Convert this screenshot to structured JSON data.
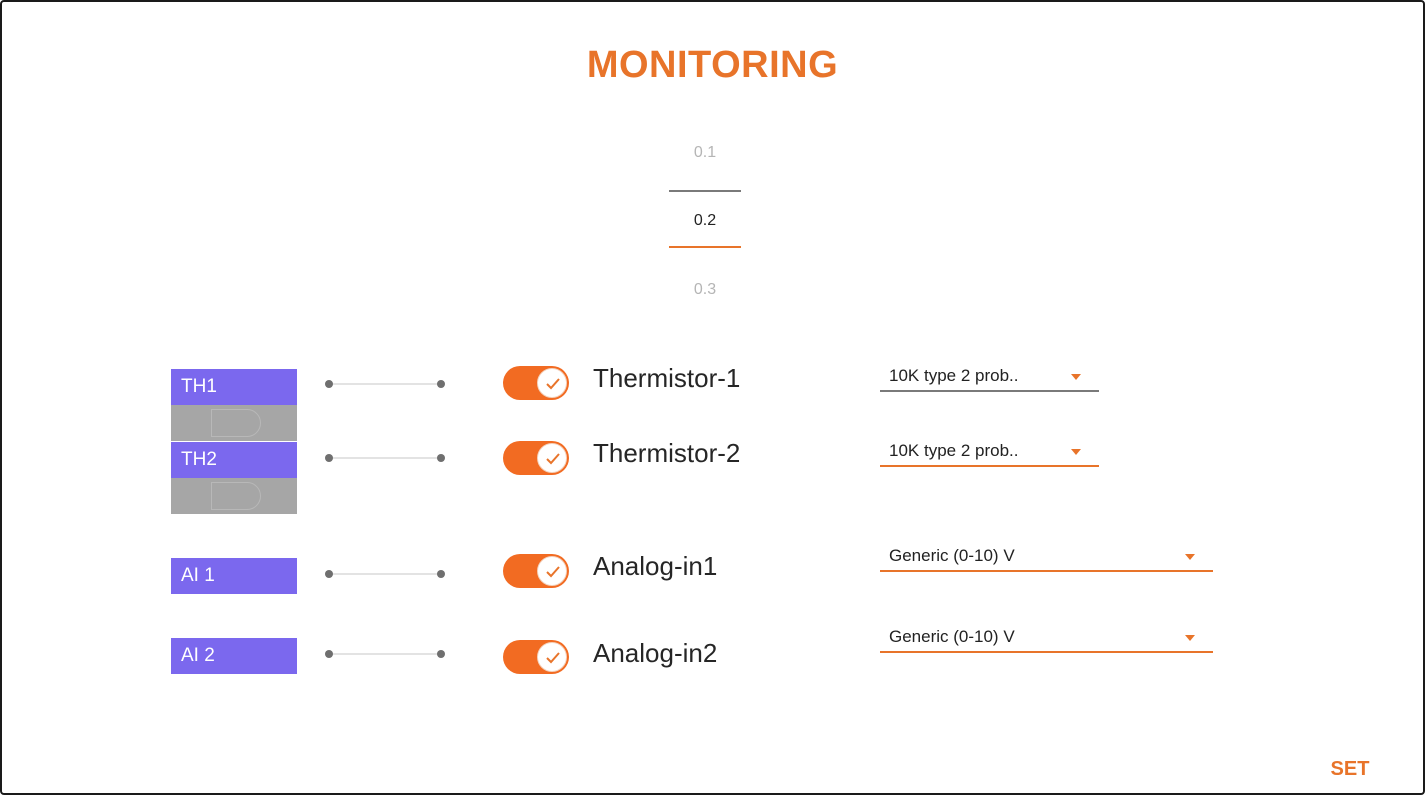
{
  "header": {
    "title": "MONITORING"
  },
  "picker": {
    "items": [
      "0.1",
      "0.2",
      "0.3"
    ],
    "selected": "0.2"
  },
  "channels": [
    {
      "tag": "TH1",
      "name": "Thermistor-1",
      "enabled": true,
      "sensor": "10K type 2 prob.."
    },
    {
      "tag": "TH2",
      "name": "Thermistor-2",
      "enabled": true,
      "sensor": "10K type 2 prob.."
    },
    {
      "tag": "AI 1",
      "name": "Analog-in1",
      "enabled": true,
      "sensor": "Generic (0-10) V"
    },
    {
      "tag": "AI 2",
      "name": "Analog-in2",
      "enabled": true,
      "sensor": "Generic (0-10) V"
    }
  ],
  "footer": {
    "set_label": "SET"
  },
  "colors": {
    "accent": "#e8742a",
    "toggle_on": "#f26b22",
    "tag": "#7b68ee",
    "tag_shade": "#a6a6a6"
  },
  "icons": {
    "toggle_check": "check-icon",
    "dropdown": "caret-down-icon"
  }
}
